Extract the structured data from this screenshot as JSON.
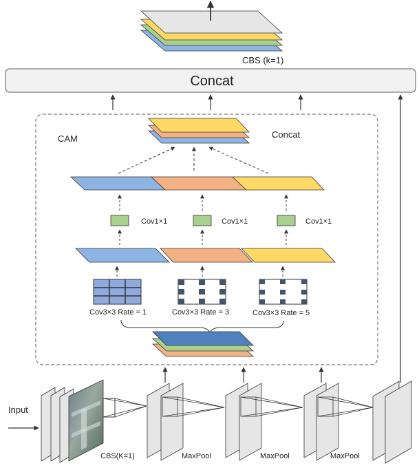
{
  "labels": {
    "cbs_top": "CBS (k=1)",
    "concat_main": "Concat",
    "cam": "CAM",
    "concat_inner": "Concat",
    "cov1_a": "Cov1×1",
    "cov1_b": "Cov1×1",
    "cov1_c": "Cov1×1",
    "dil_1": "Cov3×3 Rate = 1",
    "dil_3": "Cov3×3 Rate = 3",
    "dil_5": "Cov3×3 Rate = 5",
    "input": "Input",
    "cbs_bottom": "CBS(K=1)",
    "maxpool_1": "MaxPool",
    "maxpool_2": "MaxPool",
    "maxpool_3": "MaxPool"
  },
  "colors": {
    "blue": "#8db4e2",
    "orange": "#f4b183",
    "yellow": "#ffd966",
    "green": "#a9d18e",
    "gray_sheet": "#e7e6e6",
    "grid_blue": "#8faadc",
    "grid_navy": "#44546a",
    "cov_green": "#a9d18e"
  }
}
